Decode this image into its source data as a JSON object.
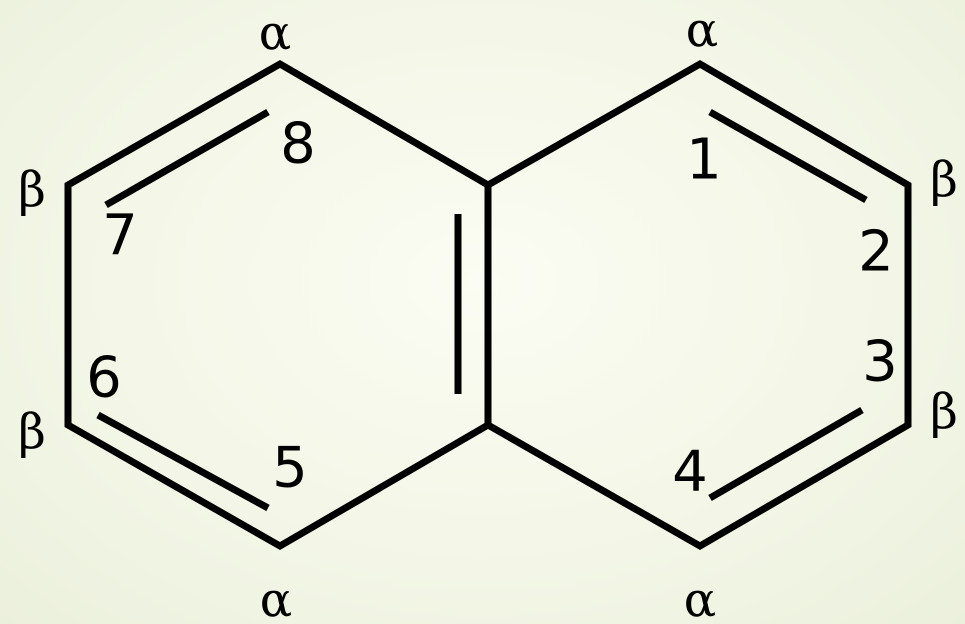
{
  "diagram": {
    "position_numbers": [
      "1",
      "2",
      "3",
      "4",
      "5",
      "6",
      "7",
      "8"
    ],
    "position_types": {
      "alpha": "α",
      "beta": "β"
    }
  }
}
